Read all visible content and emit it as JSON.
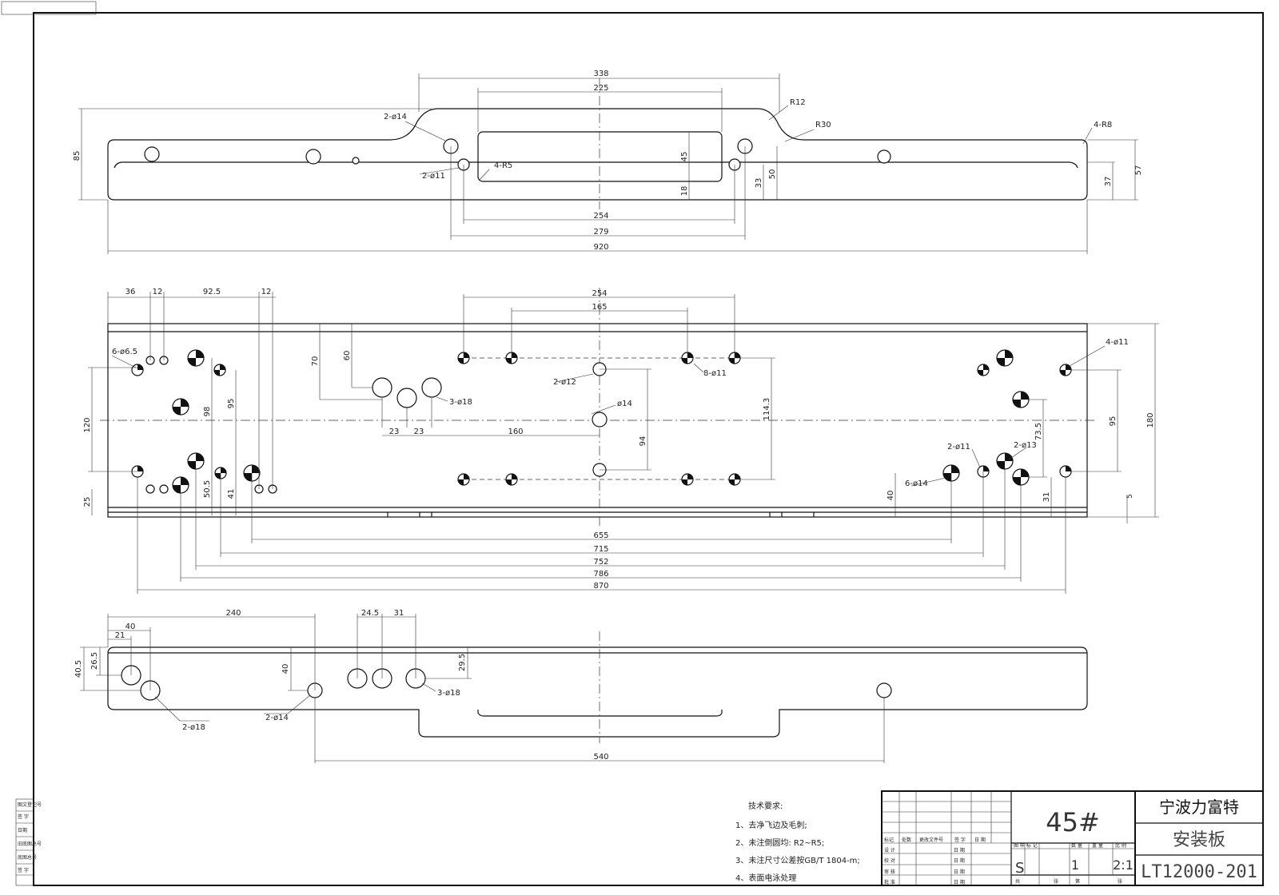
{
  "title_block": {
    "company": "宁波力富特",
    "material": "45#",
    "part_name": "安装板",
    "drawing_no": "LT12000-201",
    "scale": "2:1",
    "quantity": "1",
    "stage": "S",
    "header_cells": [
      "标记",
      "处数",
      "更改文件号",
      "签 字",
      "日 期"
    ],
    "role_cells": [
      "设 计",
      "校 对",
      "审 核",
      "批 准"
    ],
    "date_cells": [
      "日 期",
      "日 期",
      "日 期",
      "日 期"
    ],
    "mid_cells": [
      "图 样 标 记",
      "数 量",
      "重 量",
      "比 例"
    ],
    "bottom_cells": [
      "共",
      "张",
      "第",
      "张"
    ]
  },
  "notes": {
    "title": "技术要求:",
    "items": [
      "1、去净飞边及毛刺;",
      "2、未注倒圆均: R2~R5;",
      "3、未注尺寸公差按GB/T 1804-m;",
      "4、表面电泳处理"
    ]
  },
  "side_stamps": [
    "图文登记号",
    "签 字",
    "日期",
    "旧底图总号",
    "底图总号",
    "签 字"
  ],
  "view1": {
    "dims": [
      "338",
      "225",
      "R12",
      "R30",
      "4-R8",
      "2-ø14",
      "2-ø11",
      "4-R5",
      "85",
      "45",
      "18",
      "33",
      "50",
      "37",
      "57",
      "254",
      "279",
      "920"
    ]
  },
  "view2": {
    "dims": [
      "36",
      "12",
      "92.5",
      "12",
      "254",
      "165",
      "6-ø6.5",
      "70",
      "60",
      "3-ø18",
      "2-ø12",
      "8-ø11",
      "ø14",
      "120",
      "98",
      "95",
      "23",
      "23",
      "160",
      "114.3",
      "94",
      "4-ø11",
      "2-ø11",
      "2-ø13",
      "73.5",
      "95",
      "180",
      "6-ø14",
      "50.5",
      "41",
      "25",
      "40",
      "31",
      "5",
      "655",
      "715",
      "752",
      "786",
      "870"
    ]
  },
  "view3": {
    "dims": [
      "240",
      "24.5",
      "31",
      "40",
      "21",
      "40.5",
      "26.5",
      "40",
      "29.5",
      "3-ø18",
      "2-ø18",
      "2-ø14",
      "540"
    ]
  }
}
